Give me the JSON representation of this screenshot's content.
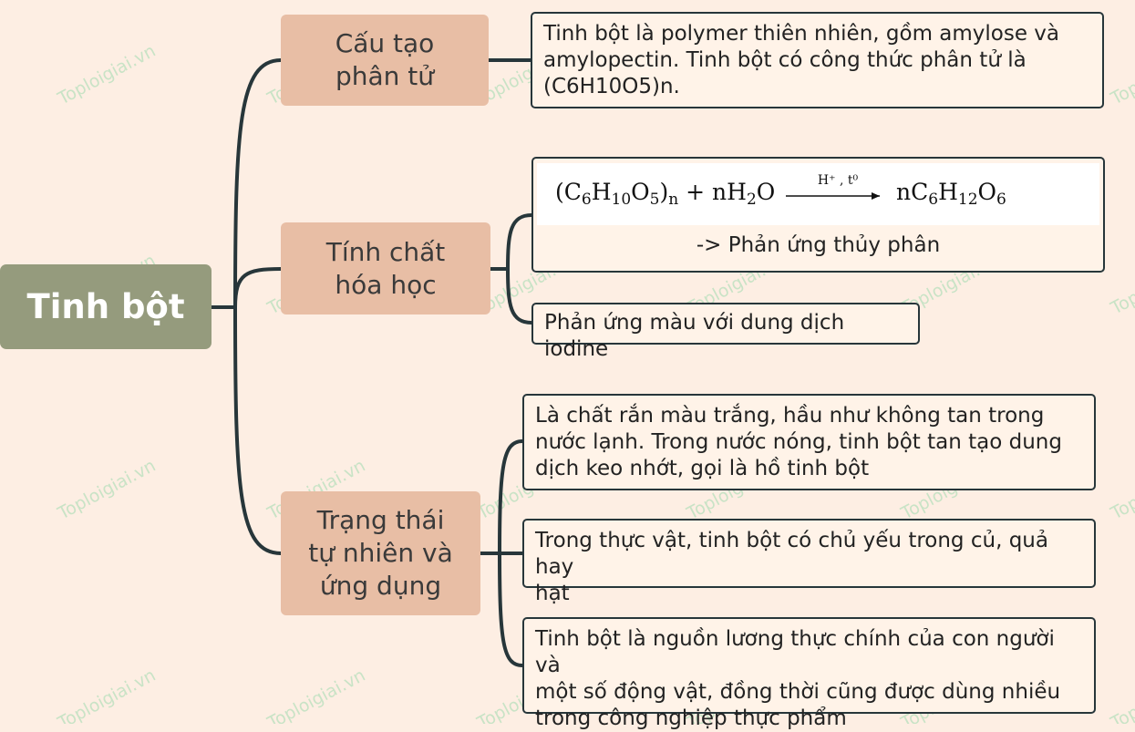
{
  "root": {
    "label": "Tinh bột"
  },
  "topics": [
    {
      "label_lines": [
        "Cấu tạo",
        "phân tử"
      ],
      "details": [
        {
          "lines": [
            "Tinh bột là polymer thiên nhiên, gồm amylose và",
            "amylopectin. Tinh bột có công thức phân tử là",
            "(C6H10O5)n."
          ]
        }
      ]
    },
    {
      "label_lines": [
        "Tính chất",
        "hóa học"
      ],
      "details": [
        {
          "equation": {
            "reactant_1": "(C",
            "r1_sub_a": "6",
            "r1_h": "H",
            "r1_sub_b": "10",
            "r1_o": "O",
            "r1_sub_c": "5",
            "r1_close": ")",
            "r1_n": "n",
            "plus": " + nH",
            "water_sub": "2",
            "water_o": "O",
            "condition": "H⁺ , t⁰",
            "product_prefix": "nC",
            "p_sub_a": "6",
            "p_h": "H",
            "p_sub_b": "12",
            "p_o": "O",
            "p_sub_c": "6"
          },
          "caption": "-> Phản ứng thủy phân"
        },
        {
          "lines": [
            "Phản ứng màu với dung dịch iodine"
          ]
        }
      ]
    },
    {
      "label_lines": [
        "Trạng thái",
        "tự nhiên và",
        "ứng dụng"
      ],
      "details": [
        {
          "lines": [
            "Là chất rắn màu trắng, hầu như không tan trong",
            "nước lạnh. Trong nước nóng, tinh bột tan tạo dung",
            "dịch keo nhớt, gọi là hồ tinh bột"
          ]
        },
        {
          "lines": [
            "Trong thực vật, tinh bột có chủ yếu trong củ, quả hay",
            "hạt"
          ]
        },
        {
          "lines": [
            "Tinh bột là nguồn lương thực chính của con người và",
            "một số động vật, đồng thời cũng được dùng nhiều",
            "trong công nghiệp thực phẩm"
          ]
        }
      ]
    }
  ],
  "watermark": "Toploigiai.vn",
  "colors": {
    "background": "#fdeee3",
    "root": "#959b7d",
    "topic": "#e8bea5",
    "line": "#27363a",
    "watermark": "#c9e3c6"
  }
}
